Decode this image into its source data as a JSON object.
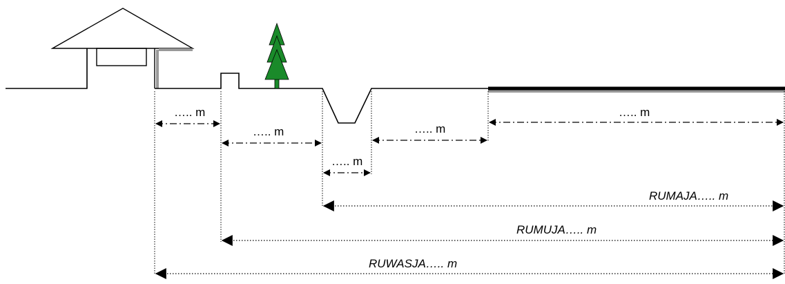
{
  "labels": {
    "seg_1": "….. m",
    "seg_2": "….. m",
    "seg_3": "….. m",
    "seg_4": "….. m",
    "seg_5": "….. m",
    "rumaja": "RUMAJA….. m",
    "rumuja": "RUMUJA….. m",
    "ruwasja": "RUWASJA….. m"
  },
  "colors": {
    "tree": "#1a8a2a",
    "line": "#000000",
    "shadow": "#999999"
  },
  "icons": [
    "house-icon",
    "tree-icon",
    "ditch-shape",
    "road-shape",
    "curb-shape"
  ]
}
